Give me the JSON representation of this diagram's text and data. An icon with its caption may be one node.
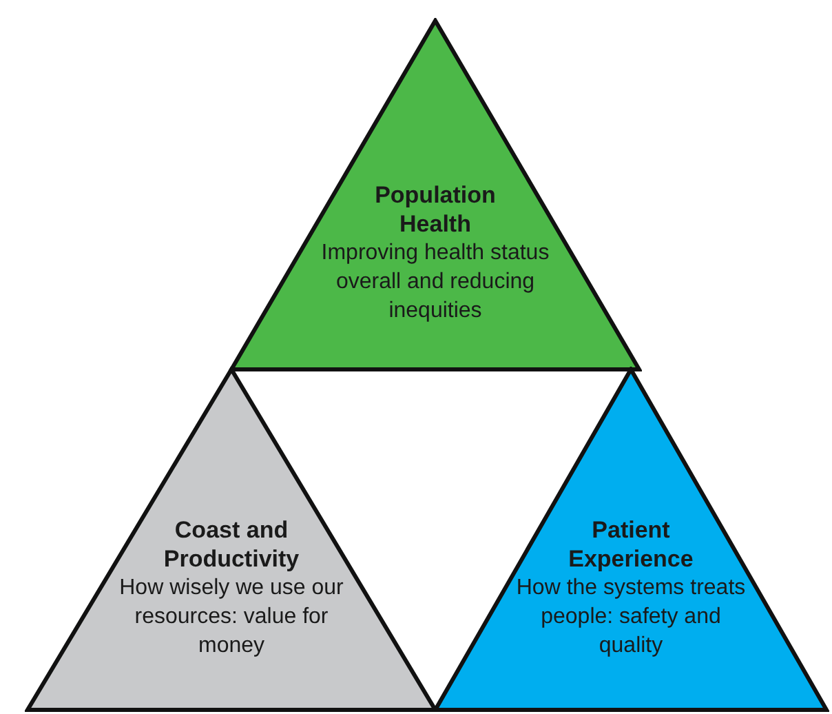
{
  "diagram": {
    "nodes": [
      {
        "text": [
          "Population Health",
          "Improving health status overall and reducing inequities"
        ]
      },
      {
        "text": [
          "Coast and Productivity",
          "How wisely we use our resources: value for money"
        ]
      },
      {
        "text": [
          "Patient Experience",
          "How the systems treats people: safety and quality"
        ]
      }
    ]
  }
}
